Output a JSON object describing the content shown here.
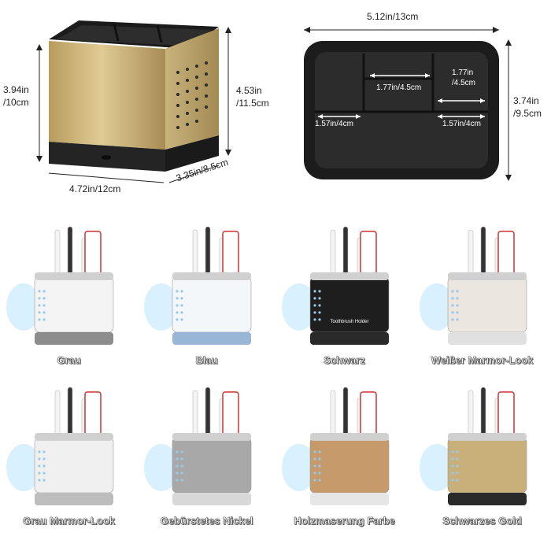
{
  "dimensions": {
    "height_left": "3.94in\n/10cm",
    "height_right": "4.53in\n/11.5cm",
    "width_front": "4.72in/12cm",
    "depth_side": "3.35in/8.5cm",
    "top_width": "5.12in/13cm",
    "top_depth": "3.74in\n/9.5cm",
    "comp_center": "1.77in/4.5cm",
    "comp_right": "1.77in\n/4.5cm",
    "comp_left_bottom": "1.57in/4cm",
    "comp_right_bottom": "1.57in/4cm"
  },
  "variants": [
    {
      "name": "Grau",
      "body": "#f4f4f4",
      "base": "#8d8d8d"
    },
    {
      "name": "Blau",
      "body": "#f4f7fa",
      "base": "#9ab6d6"
    },
    {
      "name": "Schwarz",
      "body": "#1e1e1e",
      "base": "#2a2a2a",
      "text": "Toothbrush Holder"
    },
    {
      "name": "Weißer Marmor-Look",
      "body": "#ece6e0",
      "base": "#e0e0e0"
    },
    {
      "name": "Grau Marmor-Look",
      "body": "#f0f0f0",
      "base": "#bdbdbd"
    },
    {
      "name": "Gebürstetes Nickel",
      "body": "#a8a8a8",
      "base": "#d8d8d8"
    },
    {
      "name": "Holzmaserung Farbe",
      "body": "#c69a6a",
      "base": "#e6e6e6"
    },
    {
      "name": "Schwarzes Gold",
      "body": "#c9b07a",
      "base": "#2a2a2a"
    }
  ]
}
